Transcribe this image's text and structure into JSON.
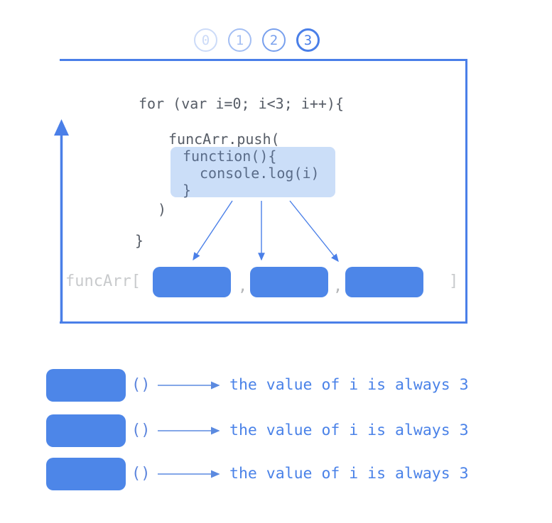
{
  "steps": {
    "items": [
      {
        "label": "0"
      },
      {
        "label": "1"
      },
      {
        "label": "2"
      },
      {
        "label": "3"
      }
    ]
  },
  "code": {
    "for_line": "for (var i=0; i<3; i++){",
    "push_line": "funcArr.push(",
    "closure_line1": "function(){",
    "closure_line2": "console.log(i)",
    "closure_line3": "}",
    "close_paren": ")",
    "close_brace": "}"
  },
  "array_row": {
    "open_label": "funcArr[",
    "separator": ",",
    "close_label": "]",
    "slot_count": 3
  },
  "result_rows": [
    {
      "call": "()",
      "text": "the value of i is always 3"
    },
    {
      "call": "()",
      "text": "the value of i is always 3"
    },
    {
      "call": "()",
      "text": "the value of i is always 3"
    }
  ],
  "colors": {
    "accent_blue": "#4a7fe8",
    "slot_blue": "#4d86e8",
    "highlight_bg": "#cbdef8",
    "highlight_text": "#5a6c89",
    "code_text": "#565c66",
    "muted_gray": "#c8cacc",
    "result_text_blue": "#4a82e8"
  }
}
